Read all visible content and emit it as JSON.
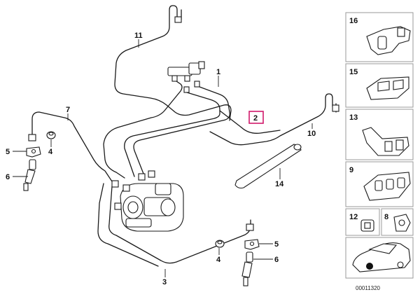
{
  "diagram": {
    "callouts": {
      "c1": "1",
      "c2": "2",
      "c3": "3",
      "c4a": "4",
      "c4b": "4",
      "c5a": "5",
      "c5b": "5",
      "c6a": "6",
      "c6b": "6",
      "c7": "7",
      "c10": "10",
      "c11": "11",
      "c14": "14"
    },
    "highlight_color": "#d1196b",
    "reference_number": "00011320"
  },
  "side_panels": [
    {
      "label": "16"
    },
    {
      "label": "15"
    },
    {
      "label": "13"
    },
    {
      "label": "9"
    },
    {
      "label": "12"
    },
    {
      "label": "8"
    }
  ],
  "icons": [
    "car-icon",
    "clip-icon",
    "bracket-icon",
    "hose-icon",
    "fitting-icon",
    "abs-unit-icon"
  ]
}
